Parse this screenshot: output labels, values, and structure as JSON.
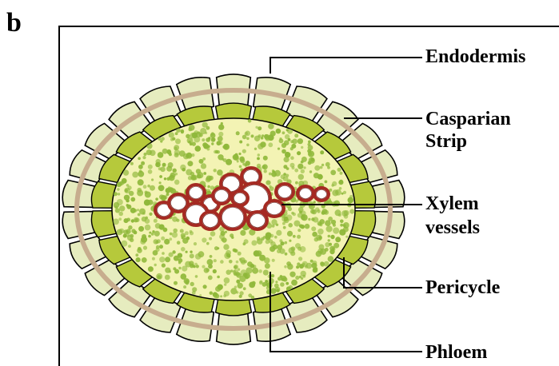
{
  "panel_letter": "b",
  "labels": {
    "endodermis": "Endodermis",
    "casparian_line1": "Casparian",
    "casparian_line2": "Strip",
    "xylem_line1": "Xylem",
    "xylem_line2": "vessels",
    "pericycle": "Pericycle",
    "phloem": "Phloem"
  },
  "colors": {
    "endodermis_fill": "#e6ecbf",
    "casparian_band": "#c7ad8e",
    "pericycle_fill": "#b6c93b",
    "phloem_background": "#f3f3b4",
    "phloem_dots": "#8fb83a",
    "xylem_wall": "#a52a22",
    "outline": "#000000"
  }
}
